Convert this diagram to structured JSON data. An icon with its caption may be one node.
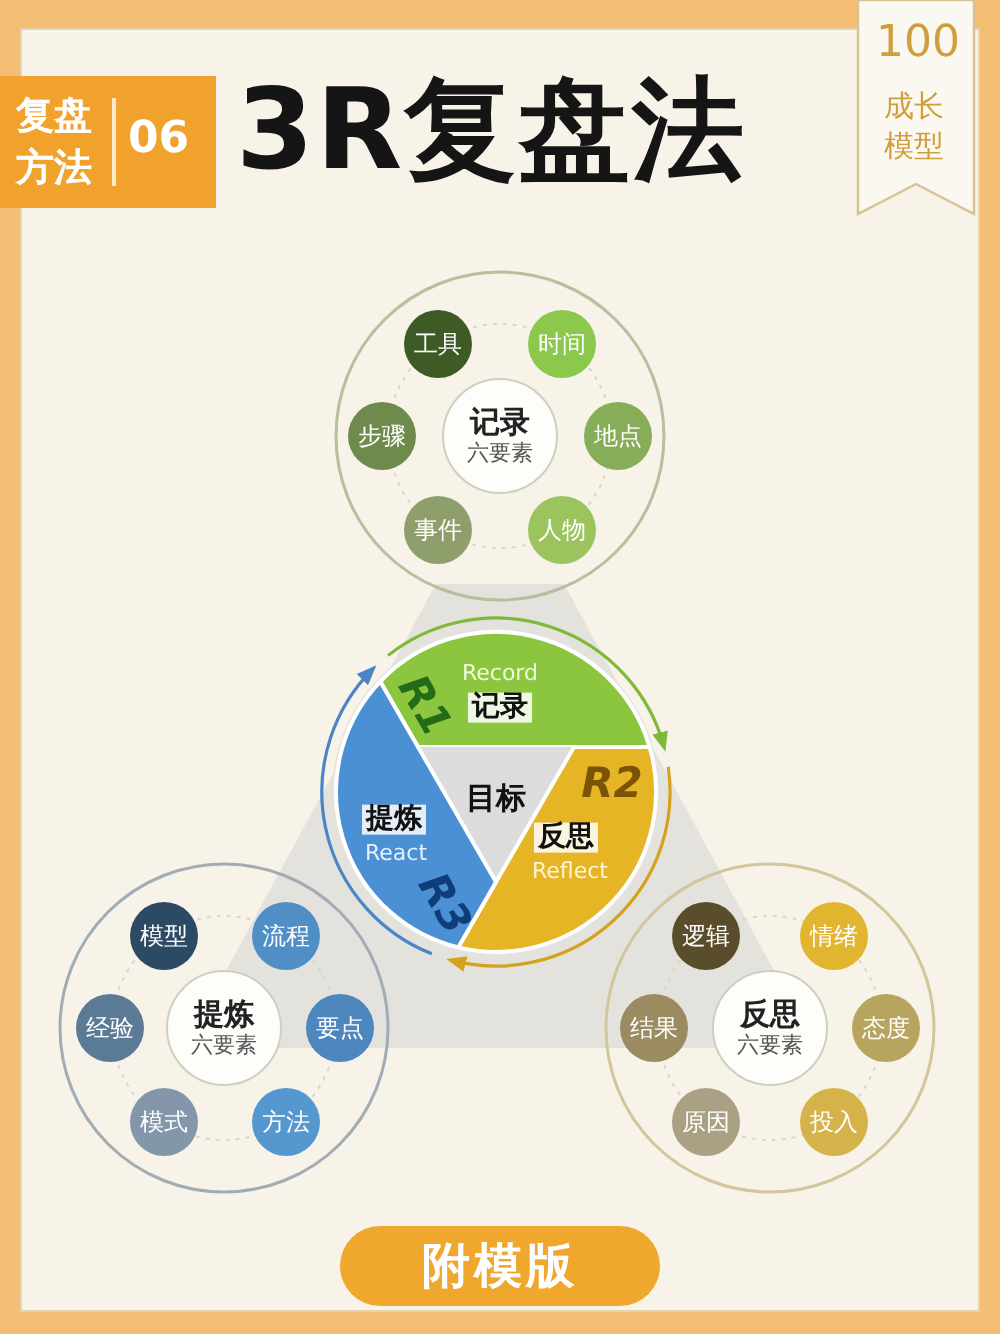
{
  "diagram": {
    "title": "3R复盘法",
    "nodes": [
      {
        "text": [
          "复盘方法",
          "06"
        ]
      },
      {
        "text": [
          "100",
          "成长模型"
        ]
      },
      {
        "text": [],
        "shape": "circle"
      },
      {
        "text": [
          "工具"
        ],
        "in": 2
      },
      {
        "text": [
          "时间"
        ],
        "in": 2
      },
      {
        "text": [
          "步骤"
        ],
        "in": 2
      },
      {
        "text": [
          "记录",
          "六要素"
        ],
        "in": 2
      },
      {
        "text": [
          "地点"
        ],
        "in": 2
      },
      {
        "text": [
          "事件"
        ],
        "in": 2
      },
      {
        "text": [
          "人物"
        ],
        "in": 2
      },
      {
        "text": [],
        "shape": "circle"
      },
      {
        "text": [
          "Record",
          "记录",
          "R1"
        ],
        "in": 10
      },
      {
        "text": [
          "目标"
        ],
        "in": 10
      },
      {
        "text": [
          "R2",
          "反思",
          "Reflect"
        ],
        "in": 10
      },
      {
        "text": [
          "提炼",
          "React",
          "R3"
        ],
        "in": 10
      },
      {
        "text": [],
        "shape": "circle"
      },
      {
        "text": [
          "模型"
        ],
        "in": 15
      },
      {
        "text": [
          "流程"
        ],
        "in": 15
      },
      {
        "text": [
          "经验"
        ],
        "in": 15
      },
      {
        "text": [
          "提炼",
          "六要素"
        ],
        "in": 15
      },
      {
        "text": [
          "要点"
        ],
        "in": 15
      },
      {
        "text": [
          "模式"
        ],
        "in": 15
      },
      {
        "text": [
          "方法"
        ],
        "in": 15
      },
      {
        "text": [],
        "shape": "circle"
      },
      {
        "text": [
          "逻辑"
        ],
        "in": 23
      },
      {
        "text": [
          "情绪"
        ],
        "in": 23
      },
      {
        "text": [
          "结果"
        ],
        "in": 23
      },
      {
        "text": [
          "反思",
          "六要素"
        ],
        "in": 23
      },
      {
        "text": [
          "态度"
        ],
        "in": 23
      },
      {
        "text": [
          "原因"
        ],
        "in": 23
      },
      {
        "text": [
          "投入"
        ],
        "in": 23
      },
      {
        "text": [
          "附模版"
        ]
      }
    ],
    "edges": [
      {
        "from": 11,
        "to": 13,
        "arrow": "to",
        "color": "#7fb83a"
      },
      {
        "from": 13,
        "to": 14,
        "arrow": "to",
        "color": "#d4a21e"
      },
      {
        "from": 14,
        "to": 11,
        "arrow": "to",
        "color": "#4a86c5"
      }
    ]
  }
}
